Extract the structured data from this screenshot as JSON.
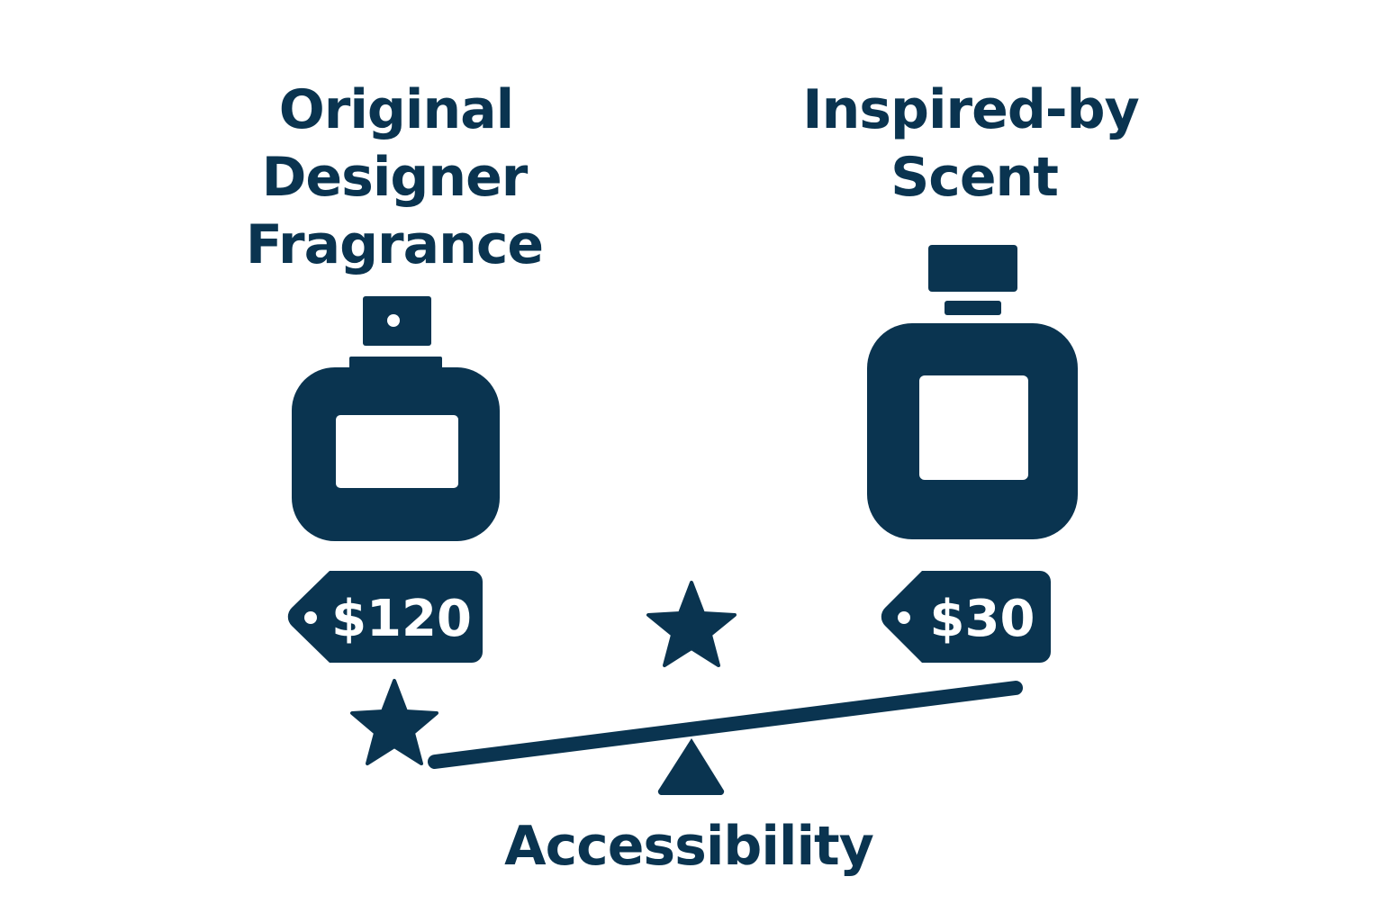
{
  "left": {
    "title_lines": [
      "Original",
      "Designer",
      "Fragrance"
    ],
    "price": "$120"
  },
  "right": {
    "title_lines": [
      "Inspired-by",
      "Scent"
    ],
    "price": "$30"
  },
  "footer_label": "Accessibility",
  "colors": {
    "ink": "#0a3450",
    "background": "#ffffff"
  },
  "icons": [
    "perfume-bottle-icon",
    "price-tag-icon",
    "star-icon",
    "seesaw-scale-icon"
  ]
}
